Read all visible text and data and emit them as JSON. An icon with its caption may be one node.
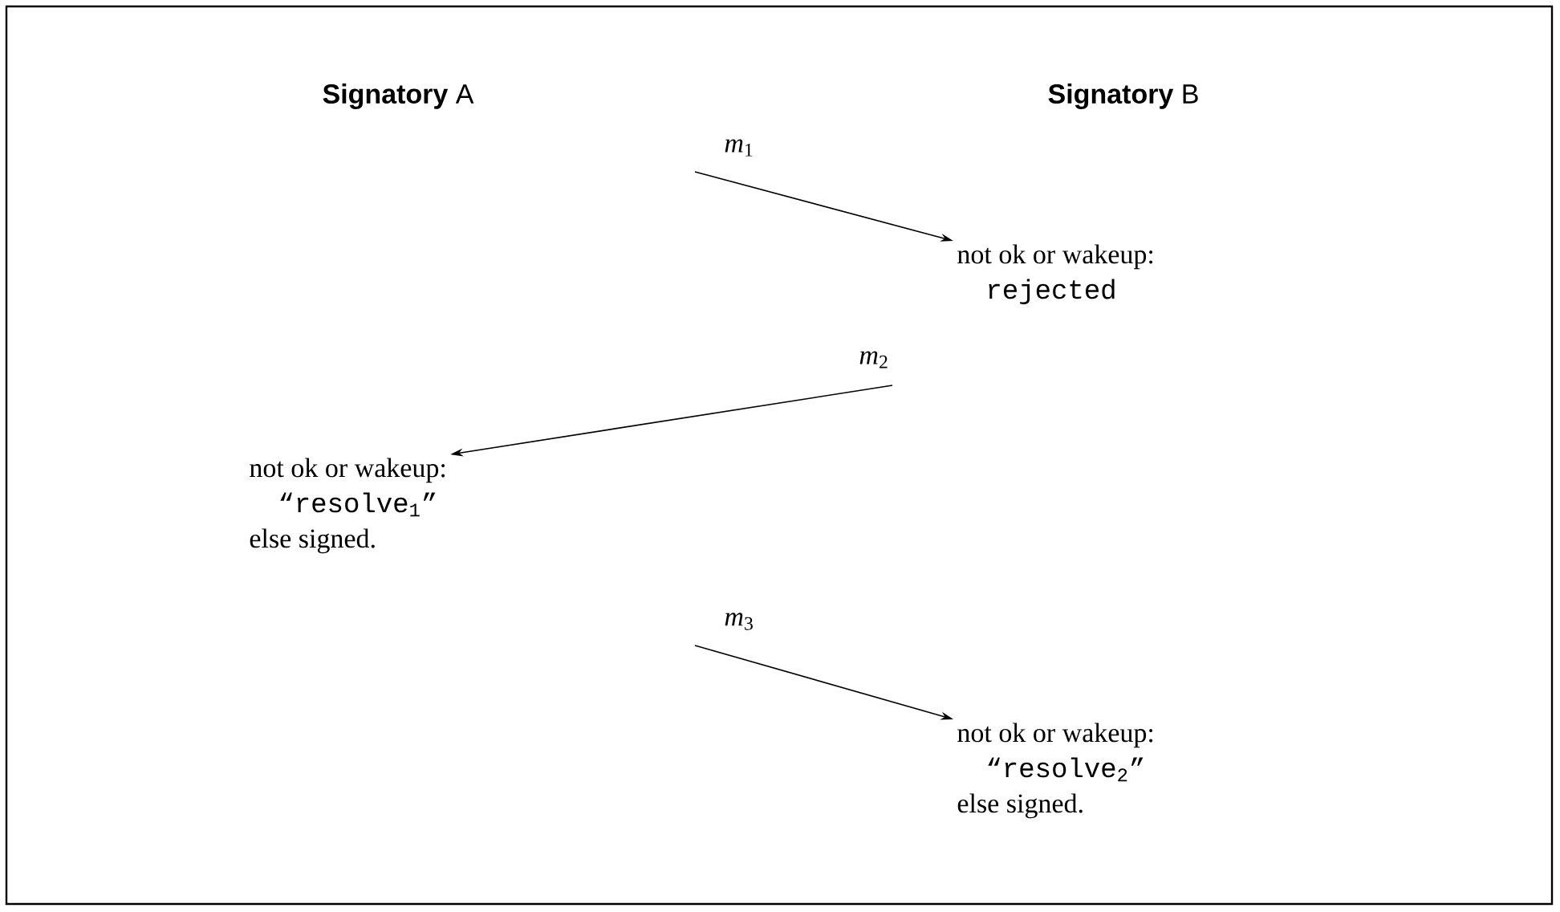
{
  "diagram": {
    "nodes": [
      {
        "text": [
          "**Signatory** A"
        ]
      },
      {
        "text": [
          "**Signatory** B"
        ]
      },
      {
        "text": [
          "not ok or wakeup:",
          "rejected"
        ]
      },
      {
        "text": [
          "not ok or wakeup:",
          "“resolve$_{1}$”",
          "else signed."
        ]
      },
      {
        "text": [
          "not ok or wakeup:",
          "“resolve$_{2}$”",
          "else signed."
        ]
      }
    ],
    "edges": [
      {
        "from": null,
        "to": 2,
        "arrow": "to",
        "label": "*m*$_{1}$"
      },
      {
        "from": null,
        "to": 3,
        "arrow": "to",
        "label": "*m*$_{2}$"
      },
      {
        "from": null,
        "to": 4,
        "arrow": "to",
        "label": "*m*$_{3}$"
      }
    ]
  }
}
